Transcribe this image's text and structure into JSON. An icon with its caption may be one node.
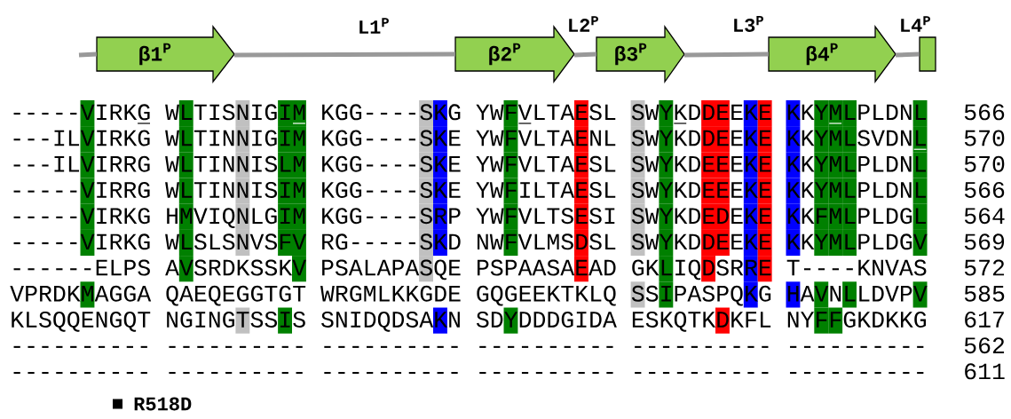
{
  "diagram": {
    "nodes": [
      {
        "text": [
          "β1$^{P}$"
        ]
      },
      {
        "text": [
          "β2$^{P}$"
        ]
      },
      {
        "text": [
          "β3$^{P}$"
        ]
      },
      {
        "text": [
          "β4$^{P}$"
        ]
      },
      {
        "text": [],
        "shape": "box"
      }
    ],
    "edges": [
      {
        "from": null,
        "to": 0,
        "arrow": "none"
      },
      {
        "from": 0,
        "to": 1,
        "arrow": "none"
      },
      {
        "from": 1,
        "to": 2,
        "arrow": "none"
      },
      {
        "from": 2,
        "to": 3,
        "arrow": "none"
      },
      {
        "from": 3,
        "to": 4,
        "arrow": "none"
      }
    ],
    "labels": [
      "L1$^{P}$",
      "L2$^{P}$",
      "L3$^{P}$",
      "L4$^{P}$",
      "-----VIRKG WLTISNIGIM KGG----SKG YWFVLTAESL SWYKDDEEKE KKYMLPLDNL",
      "566",
      "---ILVIRKG WLTINNIGIM KGG----SKE YWFVLTAENL SWYKDDEEKE KKYMLSVDNL",
      "570",
      "---ILVIRRG WLTINNISLM KGG----SKE YWFVLTAESL SWYKDEEEKE KKYMLPLDNL",
      "570",
      "-----VIRRG WLTINNISIM KGG----SKE YWFILTAESL SWYKDEEEKE KKYMLPLDNL",
      "566",
      "-----VIRKG HMVIQNLGIM KGG----SRP YWFVLTSESI SWYKDEDEKE KKFMLPLDGL",
      "564",
      "-----VIRKG WLSLSNVSFV RG-----SKD NWFVLMSDSL SWYKDDEEKE KKYMLPLDGV",
      "569",
      "------ELPS AVSRDKSSKV PSALAPASQE PSPAASAEAD GKLIQDSRRE T----KNVAS",
      "572",
      "VPRDKMAGGA QAEQEGGTGT WRGMLKKGDE GQGEEKTKLQ SSIPASPQKG HAVNLLDVPV",
      "585",
      "KLSQQENGQT NGINGTSSIS SNIDQDSAKN SDYDDDGIDA ESKQTKDKFL NYFFGKDKKG",
      "617",
      "---------- ---------- ---------- ---------- ---------- ----------",
      "562",
      "---------- ---------- ---------- ---------- ---------- ----------",
      "611"
    ],
    "legend": [
      {
        "text": "R518D",
        "color": "#000000"
      }
    ]
  }
}
